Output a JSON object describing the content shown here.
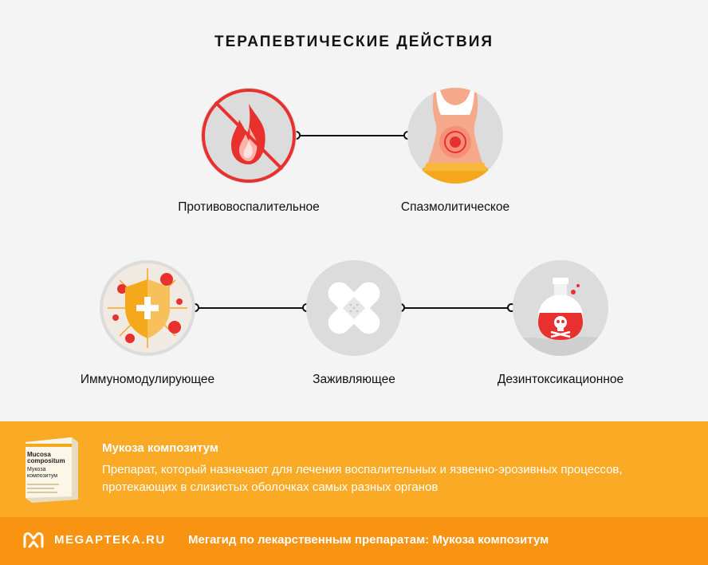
{
  "header": {
    "title": "ТЕРАПЕВТИЧЕСКИЕ ДЕЙСТВИЯ"
  },
  "actions": [
    {
      "label": "Противовоспалительное",
      "icon": "no-fire-icon"
    },
    {
      "label": "Спазмолитическое",
      "icon": "abdomen-pain-icon"
    },
    {
      "label": "Иммуномодулирующее",
      "icon": "shield-virus-icon"
    },
    {
      "label": "Заживляющее",
      "icon": "bandage-icon"
    },
    {
      "label": "Дезинтоксикационное",
      "icon": "poison-bottle-icon"
    }
  ],
  "info": {
    "title": "Мукоза композитум",
    "description": "Препарат, который назначают для лечения воспалительных и язвенно-эрозивных процессов, протекающих в слизистых оболочках самых разных органов",
    "product_box_text": [
      "Mucosa",
      "compositum",
      "Мукоза",
      "композитум"
    ]
  },
  "footer": {
    "logo_text": "MEGAPTEKA.RU",
    "text": "Мегагид по лекарственным препаратам: Мукоза композитум"
  },
  "colors": {
    "accent_orange": "#fbaa26",
    "footer_orange": "#f99312",
    "red": "#e8312f",
    "circle_gray": "#dcdcdc"
  }
}
